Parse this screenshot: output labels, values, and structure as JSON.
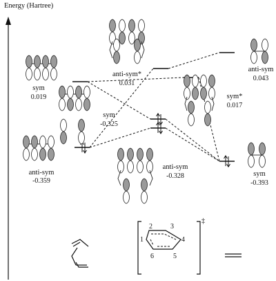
{
  "axis": {
    "title": "Energy (Hartree)"
  },
  "left": {
    "levels": [
      {
        "name": "sym",
        "value": "0.019"
      },
      {
        "name": "anti-sym",
        "value": "-0.359"
      }
    ]
  },
  "ts": {
    "levels": [
      {
        "name": "anti-sym*",
        "value": "0.031"
      },
      {
        "name": "sym",
        "value": "-0.325"
      },
      {
        "name": "anti-sym",
        "value": "-0.328"
      },
      {
        "name": "sym*",
        "value": "0.017"
      }
    ]
  },
  "right": {
    "levels": [
      {
        "name": "anti-sym",
        "value": "0.043"
      },
      {
        "name": "sym",
        "value": "-0.393"
      }
    ]
  },
  "structure": {
    "atoms": [
      "1",
      "2",
      "3",
      "4",
      "5",
      "6"
    ],
    "ts_mark": "‡"
  }
}
